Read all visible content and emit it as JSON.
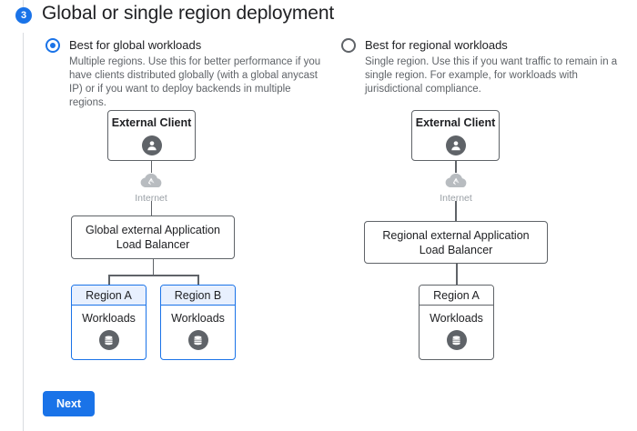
{
  "step": {
    "number": "3",
    "title": "Global or single region deployment"
  },
  "options": [
    {
      "label": "Best for global workloads",
      "description": "Multiple regions. Use this for better performance if you have clients distributed globally (with a global anycast IP) or if you want to deploy backends in multiple regions.",
      "selected": true
    },
    {
      "label": "Best for regional workloads",
      "description": "Single region. Use this if you want traffic to remain in a single region. For example, for workloads with jurisdictional compliance.",
      "selected": false
    }
  ],
  "diagrams": {
    "global": {
      "client": "External Client",
      "client_icon": "person-icon",
      "internet": "Internet",
      "internet_icon": "cloud-icon",
      "load_balancer": "Global external Application Load Balancer",
      "load_balancer_line1": "Global external Application",
      "load_balancer_line2": "Load Balancer",
      "regions": [
        {
          "name": "Region A",
          "workloads": "Workloads",
          "workload_icon": "database-icon",
          "accent": true
        },
        {
          "name": "Region B",
          "workloads": "Workloads",
          "workload_icon": "database-icon",
          "accent": true
        }
      ]
    },
    "regional": {
      "client": "External Client",
      "client_icon": "person-icon",
      "internet": "Internet",
      "internet_icon": "cloud-icon",
      "load_balancer": "Regional external Application Load Balancer",
      "load_balancer_line1": "Regional external Application",
      "load_balancer_line2": "Load Balancer",
      "regions": [
        {
          "name": "Region A",
          "workloads": "Workloads",
          "workload_icon": "database-icon",
          "accent": false
        }
      ]
    }
  },
  "footer": {
    "next_label": "Next"
  },
  "colors": {
    "accent": "#1a73e8",
    "accent_fill": "#e8f0fe",
    "stroke": "#5f6368",
    "text": "#202124",
    "muted": "#5f6368",
    "rail": "#dadce0"
  }
}
